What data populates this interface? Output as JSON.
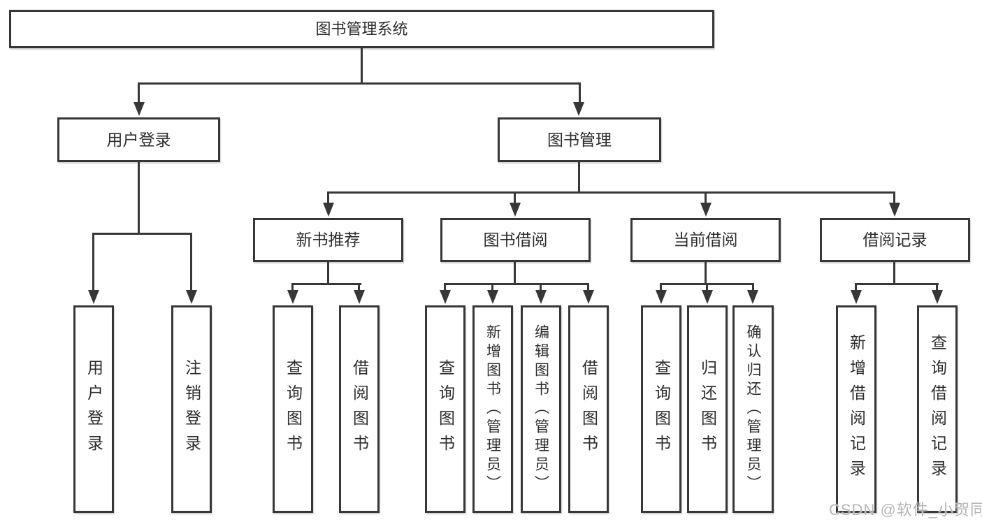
{
  "diagram": {
    "root": {
      "label": "图书管理系统"
    },
    "level2": [
      {
        "label": "用户登录",
        "children": [
          "用户登录",
          "注销登录"
        ]
      },
      {
        "label": "图书管理"
      }
    ],
    "level3": [
      {
        "label": "新书推荐",
        "children": [
          "查询图书",
          "借阅图书"
        ]
      },
      {
        "label": "图书借阅",
        "children": [
          "查询图书",
          "新增图书（管理员）",
          "编辑图书（管理员）",
          "借阅图书"
        ]
      },
      {
        "label": "当前借阅",
        "children": [
          "查询图书",
          "归还图书",
          "确认归还（管理员）"
        ]
      },
      {
        "label": "借阅记录",
        "children": [
          "新增借阅记录",
          "查询借阅记录"
        ]
      }
    ],
    "colors": {
      "line": "#373737",
      "text": "#2d2d2d",
      "node_background": "#ffffff",
      "page_background": "#ffffff",
      "watermark": "#b5b5b5"
    },
    "watermark": "CSDN @软件_小贺同学"
  }
}
